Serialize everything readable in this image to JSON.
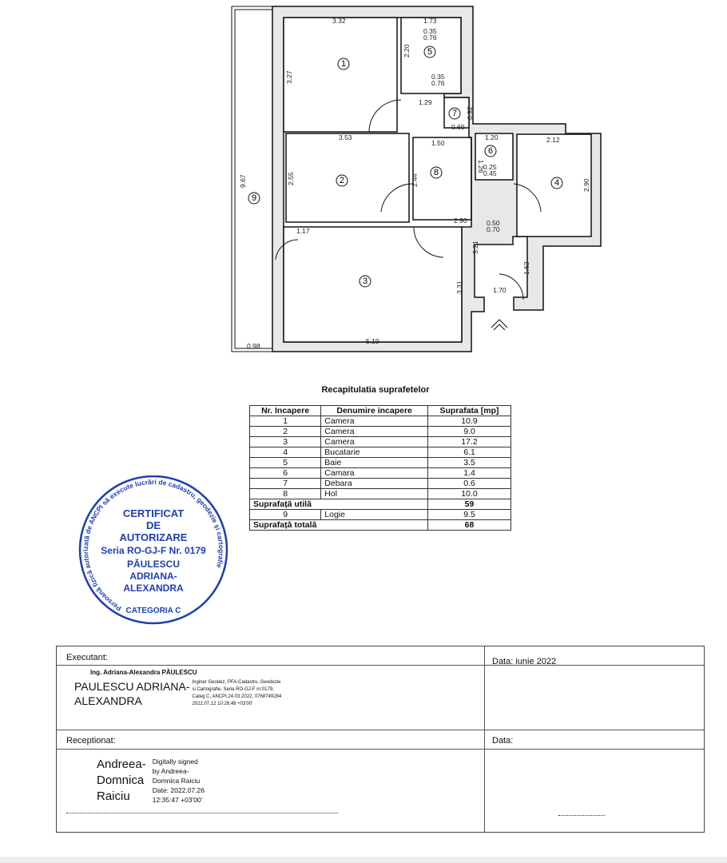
{
  "plan": {
    "rooms": [
      "1",
      "2",
      "3",
      "4",
      "5",
      "6",
      "7",
      "8",
      "9"
    ],
    "dims": [
      "3.32",
      "1.73",
      "0.35",
      "0.76",
      "2.20",
      "0.35",
      "0.76",
      "3.27",
      "1.29",
      "0.92",
      "0.69",
      "3.53",
      "1.50",
      "1.20",
      "2.12",
      "1.26",
      "0.25",
      "0.45",
      "2.55",
      "2.44",
      "2.90",
      "9.67",
      "2.90",
      "0.50",
      "0.70",
      "1.17",
      "3.21",
      "1.62",
      "3.31",
      "1.70",
      "0.98",
      "5.19"
    ]
  },
  "table": {
    "title": "Recapitulatia suprafetelor",
    "headers": [
      "Nr. Incapere",
      "Denumire incapere",
      "Suprafata [mp]"
    ],
    "rows": [
      {
        "nr": "1",
        "name": "Camera",
        "area": "10.9"
      },
      {
        "nr": "2",
        "name": "Camera",
        "area": "9.0"
      },
      {
        "nr": "3",
        "name": "Camera",
        "area": "17.2"
      },
      {
        "nr": "4",
        "name": "Bucatarie",
        "area": "6.1"
      },
      {
        "nr": "5",
        "name": "Baie",
        "area": "3.5"
      },
      {
        "nr": "6",
        "name": "Camara",
        "area": "1.4"
      },
      {
        "nr": "7",
        "name": "Debara",
        "area": "0.6"
      },
      {
        "nr": "8",
        "name": "Hol",
        "area": "10.0"
      }
    ],
    "useful_label": "Suprafață utilă",
    "useful_value": "59",
    "row9": {
      "nr": "9",
      "name": "Logie",
      "area": "9.5"
    },
    "total_label": "Suprafață totală",
    "total_value": "68"
  },
  "stamp": {
    "ring_text": "Persoană fizică autorizată de ANCPI să execute lucrări de cadastru, geodezie și cartografie",
    "lines": [
      "CERTIFICAT",
      "DE",
      "AUTORIZARE",
      "Seria RO-GJ-F Nr. 0179",
      "PĂULESCU",
      "ADRIANA-",
      "ALEXANDRA"
    ],
    "category": "CATEGORIA C",
    "color": "#1f3fb0"
  },
  "footer": {
    "executant_label": "Executant:",
    "executant_date": "Data: iunie 2022",
    "executant_title": "Ing. Adriana-Alexandra PĂULESCU",
    "executant_sig_name": [
      "PAULESCU ADRIANA-",
      "ALEXANDRA"
    ],
    "executant_sig_details": [
      "Inginer Geodez, PFA-Cadastru, Geodezie",
      "si Cartografie, Seria RO-GJ-F nr.0179,",
      "Categ C, ANCPI,24.03.2022, 0768749284",
      "2022.07.12 10:26:48 +03'00'"
    ],
    "receptionat_label": "Receptionat:",
    "receptionat_date": "Data:",
    "receptionat_sig_name": [
      "Andreea-",
      "Domnica",
      "Raiciu"
    ],
    "receptionat_sig_details": [
      "Digitally signed",
      "by Andreea-",
      "Domnica Raiciu",
      "Date: 2022.07.26",
      "12:35:47 +03'00'"
    ]
  }
}
